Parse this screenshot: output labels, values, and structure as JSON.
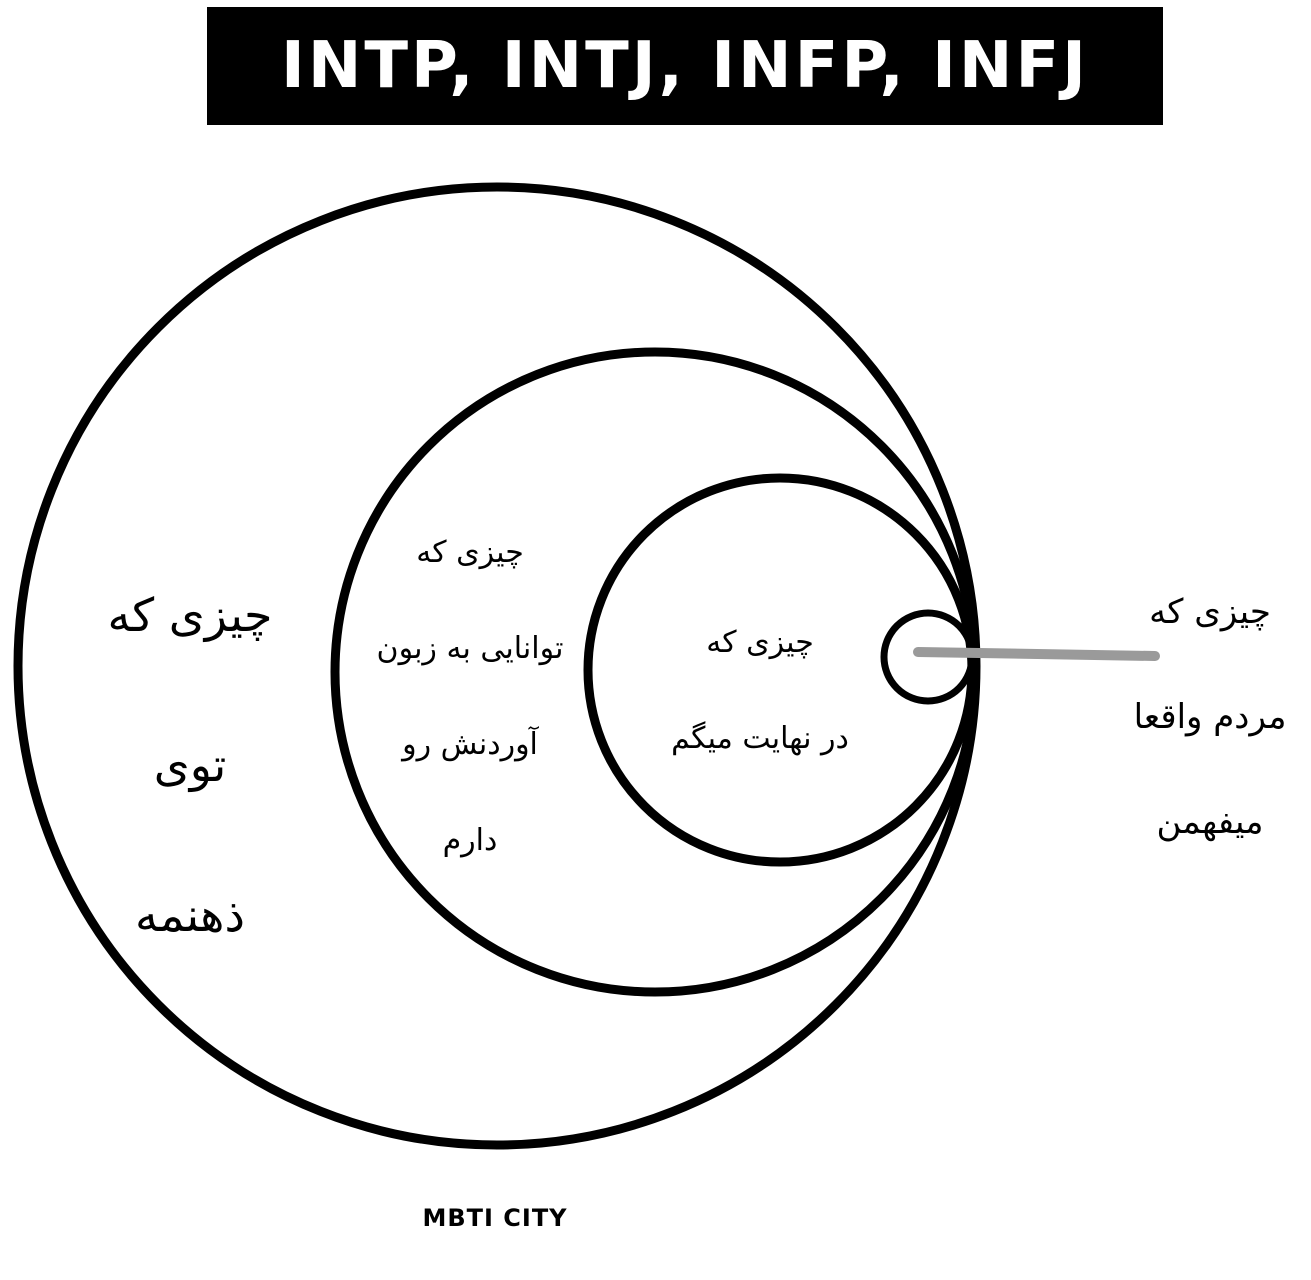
{
  "title": "INTP, INTJ, INFP, INFJ",
  "circles": {
    "outer": [
      "چیزی که",
      "توی",
      "ذهنمه"
    ],
    "middle": [
      "چیزی که",
      "توانایی به زبون",
      "آوردنش رو",
      "دارم"
    ],
    "inner": [
      "چیزی که",
      "در نهایت میگم"
    ],
    "smallest_pointer": [
      "چیزی که",
      "مردم واقعا",
      "میفهمن"
    ]
  },
  "footer": "MBTI CITY",
  "colors": {
    "title_bg": "#000000",
    "title_text": "#ffffff",
    "pointer_line": "#9a9a9a"
  }
}
